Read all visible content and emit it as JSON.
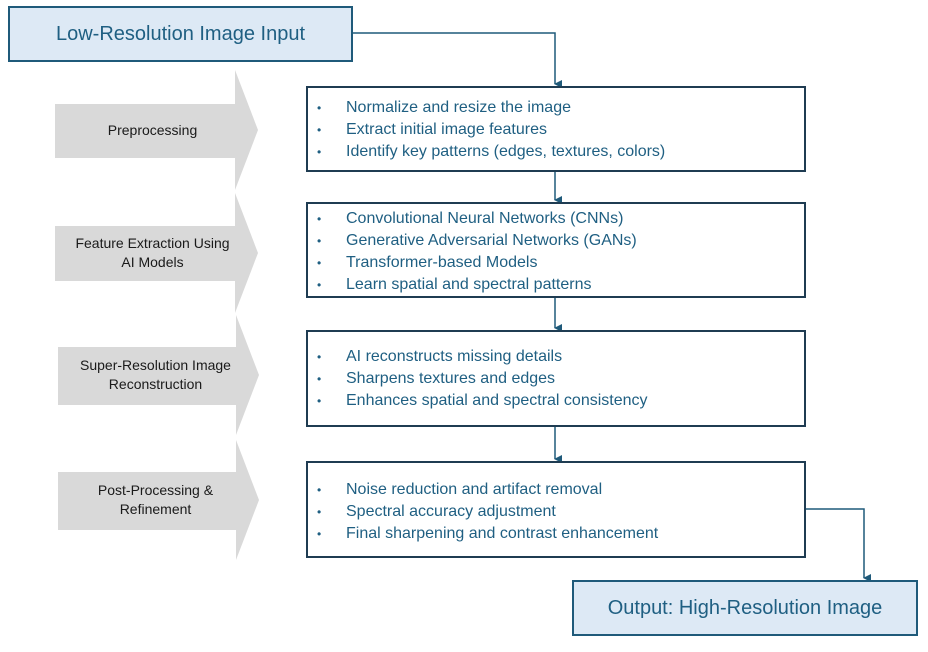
{
  "input": {
    "label": "Low-Resolution Image Input"
  },
  "output": {
    "label": "Output: High-Resolution Image"
  },
  "stages": [
    {
      "label": "Preprocessing",
      "items": [
        "Normalize and resize the image",
        "Extract initial image features",
        "Identify key patterns (edges, textures, colors)"
      ]
    },
    {
      "label": "Feature Extraction Using\nAI Models",
      "items": [
        "Convolutional Neural Networks (CNNs)",
        "Generative Adversarial Networks (GANs)",
        "Transformer-based Models",
        "Learn spatial and spectral patterns"
      ]
    },
    {
      "label": "Super-Resolution Image\nReconstruction",
      "items": [
        "AI reconstructs missing details",
        "Sharpens textures and edges",
        "Enhances spatial and spectral consistency"
      ]
    },
    {
      "label": "Post-Processing &\nRefinement",
      "items": [
        "Noise reduction and artifact removal",
        "Spectral accuracy adjustment",
        "Final sharpening and contrast enhancement"
      ]
    }
  ],
  "colors": {
    "terminal_fill": "#dde9f5",
    "terminal_border": "#1f5a7a",
    "text_blue": "#1f5f82",
    "arrow_gray": "#d9d9d9",
    "connector": "#1f5a7a"
  }
}
